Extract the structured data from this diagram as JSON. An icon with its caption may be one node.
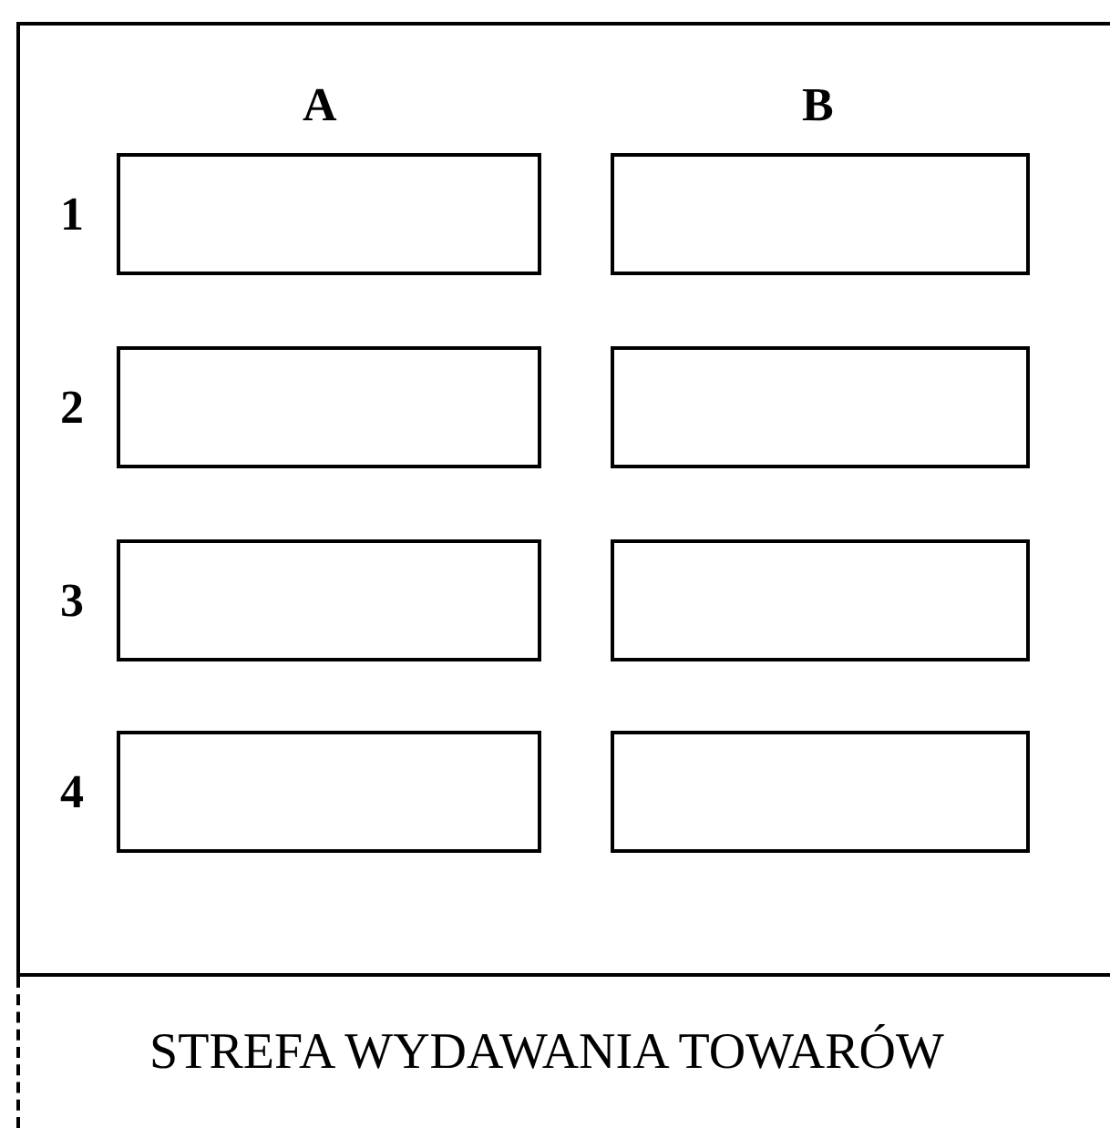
{
  "diagram": {
    "nodes": [
      {
        "text": [],
        "shape": "box"
      },
      {
        "text": [],
        "shape": "box",
        "in": 0
      },
      {
        "text": [],
        "shape": "box",
        "in": 0
      },
      {
        "text": [],
        "shape": "box",
        "in": 0
      },
      {
        "text": [],
        "shape": "box",
        "in": 0
      },
      {
        "text": [],
        "shape": "box",
        "in": 0
      },
      {
        "text": [],
        "shape": "box",
        "in": 0
      },
      {
        "text": [],
        "shape": "box",
        "in": 0
      },
      {
        "text": [],
        "shape": "box",
        "in": 0
      },
      {
        "text": [
          "STREFA WYDAWANIA TOWARÓW"
        ]
      }
    ],
    "labels": [
      "A",
      "B",
      "1",
      "2",
      "3",
      "4"
    ]
  }
}
